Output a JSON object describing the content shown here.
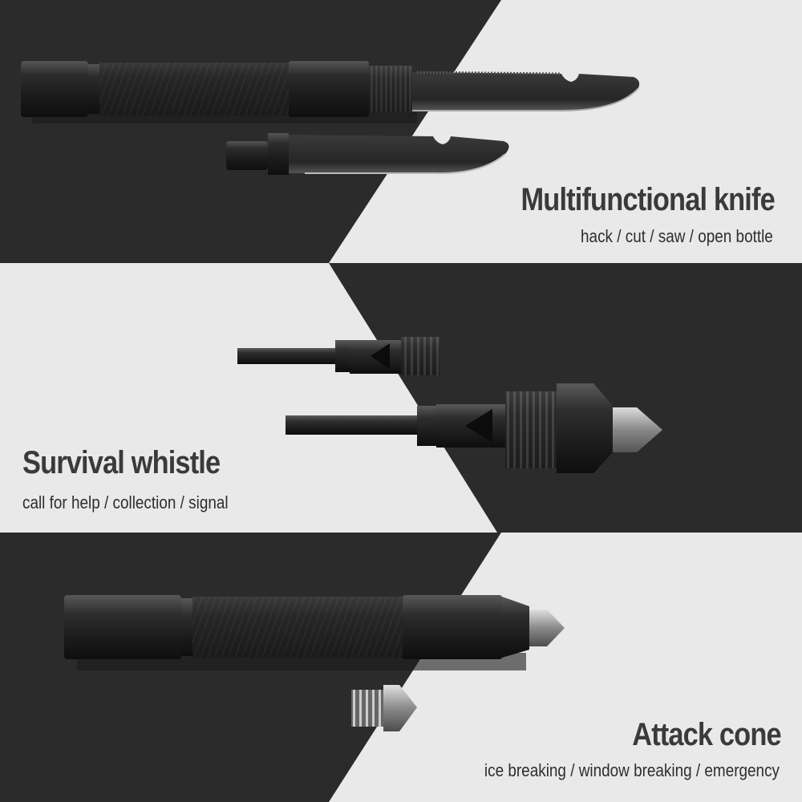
{
  "panels": [
    {
      "title": "Multifunctional knife",
      "subtitle": "hack / cut / saw / open bottle",
      "tool_icon": "knife-icon"
    },
    {
      "title": "Survival whistle",
      "subtitle": "call for help / collection / signal",
      "tool_icon": "whistle-icon"
    },
    {
      "title": "Attack cone",
      "subtitle": "ice breaking / window breaking / emergency",
      "tool_icon": "cone-icon"
    }
  ],
  "colors": {
    "dark_bg": "#2b2b2b",
    "light_bg": "#e9e9e9",
    "metal": "#2a2a2a",
    "text": "#3a3a3a"
  }
}
